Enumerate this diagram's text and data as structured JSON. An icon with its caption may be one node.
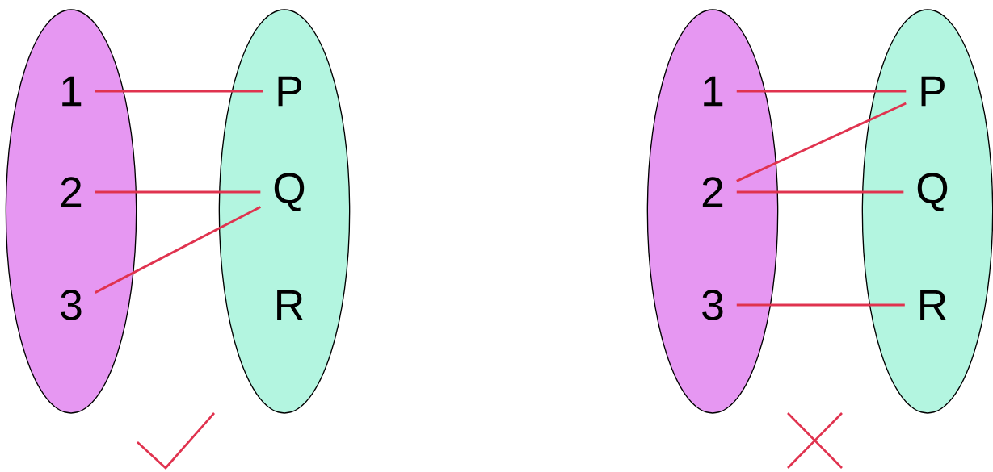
{
  "diagram": {
    "nodes": [
      {
        "text": [],
        "shape": "ellipse"
      },
      {
        "text": [
          "1"
        ],
        "in": 0
      },
      {
        "text": [
          "2"
        ],
        "in": 0
      },
      {
        "text": [
          "3"
        ],
        "in": 0
      },
      {
        "text": [],
        "shape": "ellipse"
      },
      {
        "text": [
          "P"
        ],
        "in": 4
      },
      {
        "text": [
          "Q"
        ],
        "in": 4
      },
      {
        "text": [
          "R"
        ],
        "in": 4
      },
      {
        "text": [],
        "shape": "ellipse"
      },
      {
        "text": [
          "1"
        ],
        "in": 8
      },
      {
        "text": [
          "2"
        ],
        "in": 8
      },
      {
        "text": [
          "3"
        ],
        "in": 8
      },
      {
        "text": [],
        "shape": "ellipse"
      },
      {
        "text": [
          "P"
        ],
        "in": 12
      },
      {
        "text": [
          "Q"
        ],
        "in": 12
      },
      {
        "text": [
          "R"
        ],
        "in": 12
      }
    ],
    "edges": [
      {
        "from": 1,
        "to": 5,
        "arrow": "none"
      },
      {
        "from": 2,
        "to": 6,
        "arrow": "none"
      },
      {
        "from": 3,
        "to": 6,
        "arrow": "none"
      },
      {
        "from": 9,
        "to": 13,
        "arrow": "none"
      },
      {
        "from": 10,
        "to": 13,
        "arrow": "none"
      },
      {
        "from": 10,
        "to": 14,
        "arrow": "none"
      },
      {
        "from": 11,
        "to": 15,
        "arrow": "none"
      }
    ]
  }
}
